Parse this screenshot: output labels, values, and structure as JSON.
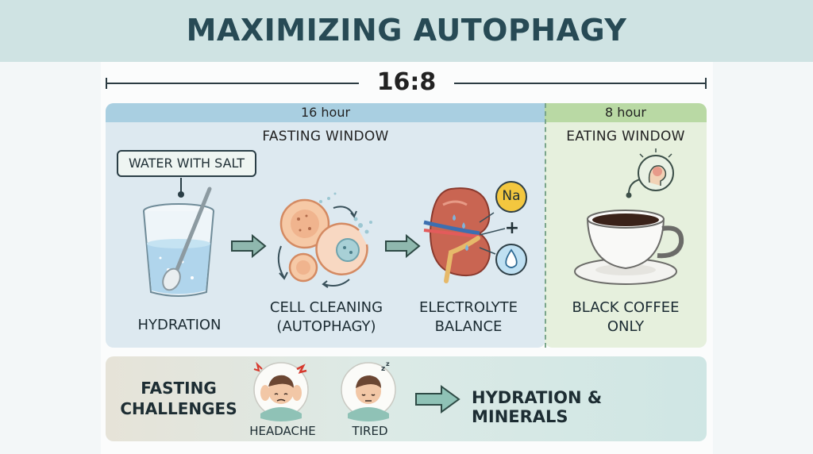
{
  "title": "MAXIMIZING AUTOPHAGY",
  "ratio": "16:8",
  "fasting": {
    "duration": "16 hour",
    "window_label": "FASTING WINDOW",
    "callout": "WATER WITH SALT",
    "steps": [
      {
        "label": "HYDRATION"
      },
      {
        "label_line1": "CELL CLEANING",
        "label_line2": "(AUTOPHAGY)"
      },
      {
        "label_line1": "ELECTROLYTE",
        "label_line2": "BALANCE"
      }
    ],
    "sodium_symbol": "Na",
    "plus_symbol": "+"
  },
  "eating": {
    "duration": "8 hour",
    "window_label": "EATING WINDOW",
    "label_line1": "BLACK COFFEE",
    "label_line2": "ONLY"
  },
  "challenges": {
    "title_line1": "FASTING",
    "title_line2": "CHALLENGES",
    "items": [
      {
        "label": "HEADACHE",
        "icon": "headache-face-icon"
      },
      {
        "label": "TIRED",
        "icon": "tired-face-icon"
      }
    ],
    "solution": "HYDRATION & MINERALS"
  },
  "colors": {
    "title_band": "#cfe3e3",
    "fasting_bar": "#a9cfe1",
    "eating_bar": "#b9d9a4",
    "arrow": "#7fa79d",
    "kidney": "#c65f4f"
  }
}
